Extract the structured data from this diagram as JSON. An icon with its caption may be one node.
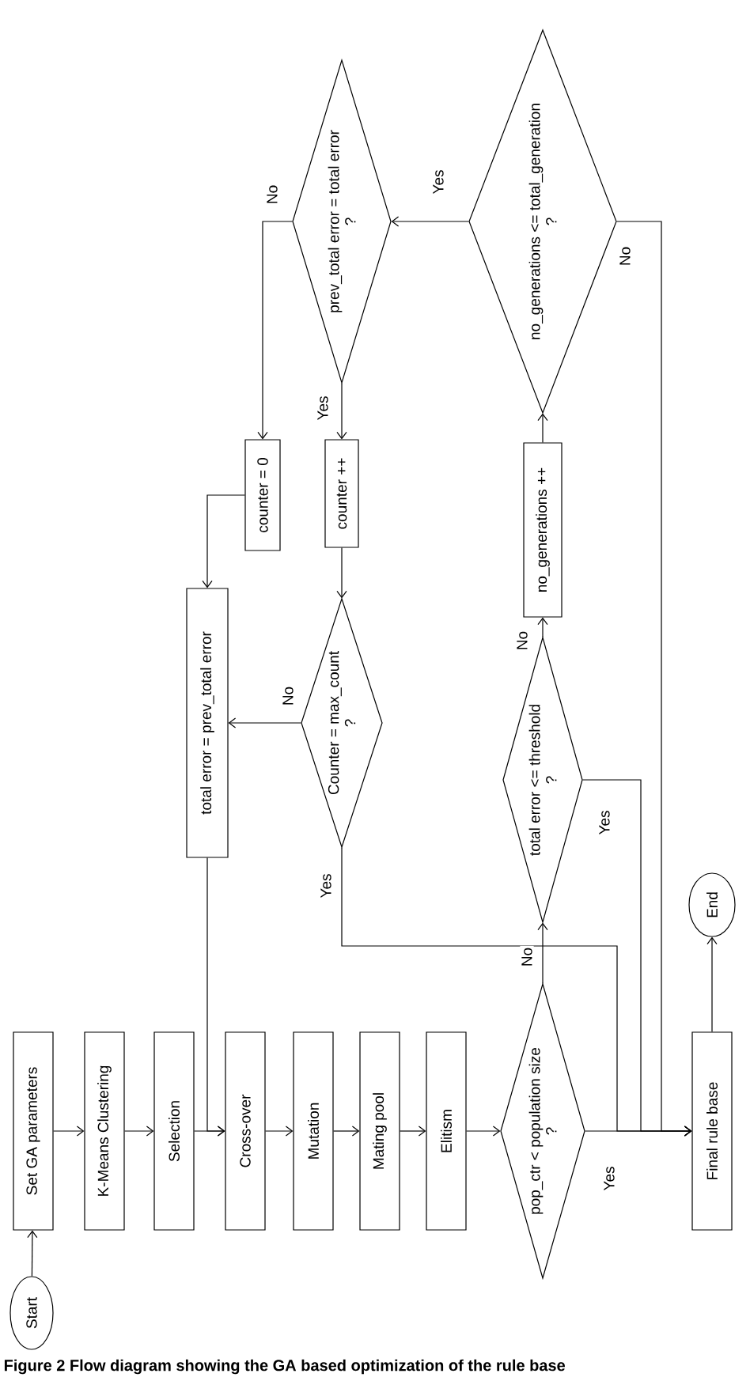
{
  "diagram": {
    "caption": "Figure 2 Flow diagram showing the GA based optimization of the rule base",
    "nodes": [
      {
        "text": [
          "Start"
        ]
      },
      {
        "text": [
          "Set GA parameters"
        ]
      },
      {
        "text": [
          "K-Means Clustering"
        ]
      },
      {
        "text": [
          "Selection"
        ]
      },
      {
        "text": [
          "Cross-over"
        ]
      },
      {
        "text": [
          "Mutation"
        ]
      },
      {
        "text": [
          "Mating pool"
        ]
      },
      {
        "text": [
          "Elitism"
        ]
      },
      {
        "text": [
          "pop_ctr < population size",
          "?"
        ]
      },
      {
        "text": [
          "Final rule base"
        ]
      },
      {
        "text": [
          "End"
        ]
      },
      {
        "text": [
          "total error <= threshold",
          "?"
        ]
      },
      {
        "text": [
          "no_generations ++"
        ]
      },
      {
        "text": [
          "no_generations <= total_generation",
          "?"
        ]
      },
      {
        "text": [
          "prev_total error = total error",
          "?"
        ]
      },
      {
        "text": [
          "counter = 0"
        ]
      },
      {
        "text": [
          "counter ++"
        ]
      },
      {
        "text": [
          "Counter = max_count",
          "?"
        ]
      },
      {
        "text": [
          "total error = prev_total error"
        ]
      }
    ],
    "edges": [
      {
        "from": 0,
        "to": 1,
        "arrow": "to"
      },
      {
        "from": 1,
        "to": 2,
        "arrow": "to"
      },
      {
        "from": 2,
        "to": 3,
        "arrow": "to"
      },
      {
        "from": 3,
        "to": 4,
        "arrow": "to"
      },
      {
        "from": 4,
        "to": 5,
        "arrow": "to"
      },
      {
        "from": 5,
        "to": 6,
        "arrow": "to"
      },
      {
        "from": 6,
        "to": 7,
        "arrow": "to"
      },
      {
        "from": 7,
        "to": 8,
        "arrow": "to"
      },
      {
        "from": 8,
        "to": 9,
        "arrow": "to",
        "label": "Yes"
      },
      {
        "from": 8,
        "to": 11,
        "arrow": "to",
        "label": "No"
      },
      {
        "from": 11,
        "to": 12,
        "arrow": "to",
        "label": "No"
      },
      {
        "from": 11,
        "to": 9,
        "arrow": "to",
        "label": "Yes"
      },
      {
        "from": 12,
        "to": 13,
        "arrow": "to"
      },
      {
        "from": 13,
        "to": 14,
        "arrow": "to",
        "label": "Yes"
      },
      {
        "from": 13,
        "to": 9,
        "arrow": "to",
        "label": "No"
      },
      {
        "from": 14,
        "to": 16,
        "arrow": "to",
        "label": "Yes"
      },
      {
        "from": 14,
        "to": 15,
        "arrow": "to",
        "label": "No"
      },
      {
        "from": 16,
        "to": 17,
        "arrow": "to"
      },
      {
        "from": 15,
        "to": 18,
        "arrow": "to"
      },
      {
        "from": 17,
        "to": 18,
        "arrow": "to",
        "label": "No"
      },
      {
        "from": 17,
        "to": 9,
        "arrow": "to",
        "label": "Yes"
      },
      {
        "from": 18,
        "to": 4,
        "arrow": "to"
      },
      {
        "from": 9,
        "to": 10,
        "arrow": "to"
      }
    ]
  }
}
